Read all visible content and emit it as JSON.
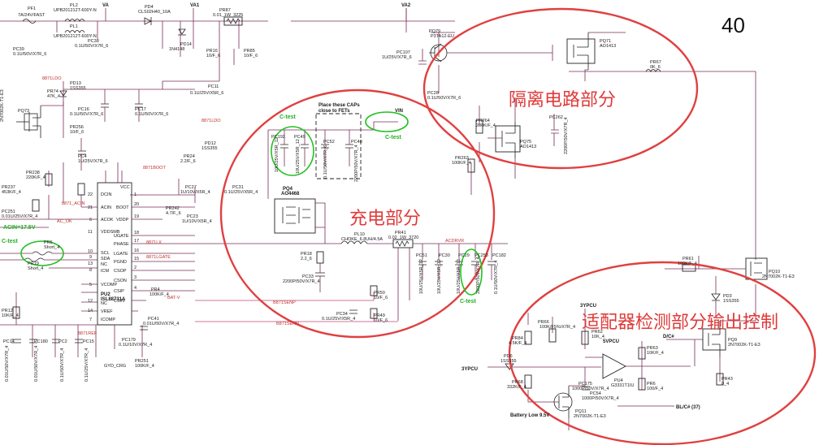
{
  "page_number": "40",
  "regions": {
    "isolation": "隔离电路部分",
    "charging": "充电部分",
    "adapter_detect": "适配器检测部分输出控制"
  },
  "test_labels": {
    "left": "C-test",
    "top_right": "C-test",
    "top_mid": "C-test",
    "bottom": "C-test"
  },
  "nets": {
    "va": "VA",
    "va1": "VA1",
    "va2": "VA2",
    "vin": "VIN",
    "ypcu": "3YPCU",
    "ypcu_b": "3YPCU",
    "vpcu": "5VPCU",
    "acin_label": "ACIN=17.5V",
    "ac_ok": "AC_OK",
    "acin": "8871_ACIN",
    "bat": "BAT-V",
    "battery_low": "Battery Low 9.5V",
    "blc": "BL/C# (37)",
    "dc": "D/C#",
    "gyd": "GYD_CRG",
    "ldo": "8871LDO",
    "ldo2": "8871LDO",
    "boot": "8871BOOT",
    "lgate": "8871LGATE",
    "ref": "8871REF",
    "lx": "8871LX",
    "dvi": "ACDRVR",
    "bat_sense": "B871SENP",
    "bat_senn": "B871SENN"
  },
  "notes": {
    "place_caps": "Place these CAPs",
    "close_fets": "close to FETs"
  },
  "components": {
    "pf1": "PF1",
    "pf1_v": "7A/24V/FAST",
    "pl2": "PL2",
    "pl2_v": "UPB201212T-600Y-N",
    "pl1": "PL1",
    "pl1_v": "UPB201212T-600Y-N",
    "pc38": "PC38",
    "pc38_v": "0.1U/50V/X7R_6",
    "pc39": "PC39",
    "pc39_v": "0.1U/50V/X7R_6",
    "pd4": "PD4",
    "pd4_v": "CLS02H40_10A",
    "pd14": "PD14",
    "pd14_v": "1N4148",
    "pr87": "PR87",
    "pr87_v": "0.01_1W_3225",
    "pr16": "PR16",
    "pr16_v": "10/F_6",
    "pr85": "PR85",
    "pr85_v": "10/F_6",
    "pc11": "PC11",
    "pc11_v": "0.1U/25V/X5R_6",
    "pq73": "PQ73",
    "pq73_v": "2N7002K-T1-E3",
    "pr74": "PR74",
    "pr74_v": "47K_4",
    "pd13": "PD13",
    "pd13_v": "1SS355",
    "pc16": "PC16",
    "pc16_v": "0.1U/50V/X7R_6",
    "pc17": "PC17",
    "pc17_v": "0.1U/50V/X7R_6",
    "pr256": "PR256",
    "pr256_v": "10/F_6",
    "pd12": "PD12",
    "pd12_v": "1SS355",
    "pc4": "PC4",
    "pc4_v": "1U/25V/X7R_6",
    "pr24": "PR24",
    "pr24_v": "2.2/F_6",
    "pc27": "PC27",
    "pc27_v": "1U/10V/X5R_4",
    "pc31": "PC31",
    "pc31_v": "0.1U/25V/X5R_4",
    "pr238": "PR238",
    "pr238_v": "220K/F_4",
    "pr237": "PR237",
    "pr237_v": "453K/F_4",
    "pc251": "PC251",
    "pc251_v": "0.01U/25V/X7R_4",
    "pr242": "PR242",
    "pr242_v": "4.7/F_6",
    "pc23": "PC23",
    "pc23_v": "1U/10V/X5R_4",
    "pr5": "PR5",
    "pr5_v": "Short_4",
    "pr19": "PR19",
    "pr19_v": "Short_4",
    "pu2": "PU2",
    "pu2_v": "ISL88731A",
    "pr12": "PR12",
    "pr12_v": "10K/F_4",
    "pc14": "PC14",
    "pc14_v": "0.01U/50V/X7R_4",
    "pc180": "PC180",
    "pc180_v": "0.01U/50V/X7R_4",
    "pc2": "PC2",
    "pc2_v": "0.1U/50V/X7R_4",
    "pc15": "PC15",
    "pc15_v": "0.1U/25V/X7R_4",
    "pr4": "PR4",
    "pr4_v": "100K/F_4",
    "pc41": "PC41",
    "pc41_v": "0.01U/50V/X7R_4",
    "pc179": "PC179",
    "pc179_v": "0.1U/10V/X7R_4",
    "pr251": "PR251",
    "pr251_v": "100K/F_4",
    "pc192": "PC192",
    "pc192_v": "10U/25V/X5R_12",
    "pc49": "PC49",
    "pc49_v": "10U/25V/X5R_12",
    "pc52": "PC52",
    "pc52_v": "0.1U/50V/X7R_6",
    "pc40": "PC40",
    "pc40_v": "2200P/50V/X7R_4",
    "pq4": "PQ4",
    "pq4_v": "AO4468",
    "pl10": "PL10",
    "pl10_v": "CHOKE_6.8UH/4.5A",
    "pr41": "PR41",
    "pr41_v": "0.02_1W_3720",
    "pr18": "PR18",
    "pr18_v": "2.2_6",
    "pc33": "PC33",
    "pc33_v": "2200P/50V/X7R_4",
    "pr50": "PR50",
    "pr50_v": "10/F_6",
    "pr49": "PR49",
    "pr49_v": "10/F_6",
    "pc34": "PC34",
    "pc34_v": "0.1U/25V/X5R_4",
    "pc51": "PC51",
    "pc51_v": "10U/25V/X5R_12",
    "pc30": "PC30",
    "pc30_v": "10U/25V/X5R_12",
    "pc29": "PC29",
    "pc29_v": "10U/25V/X5R_12",
    "pc253": "PC253",
    "pc253_v": "2200P/50V/X7R_4",
    "pc182": "PC182",
    "pc182_v": "0.1U/50V/X7R_4",
    "pq79": "PQ79",
    "pq79_v": "P3TA12-EU",
    "pc107": "PC107",
    "pc107_v": "1U/25V/X7R_6",
    "pc28": "PC28",
    "pc28_v": "0.1U/50V/X7R_6",
    "pq71": "PQ71",
    "pq71_v": "AO1413",
    "pr67": "PR67",
    "pr67_v": "0K_6",
    "pr264": "PR264",
    "pr264_v": "200K/F_4",
    "pq75": "PQ75",
    "pq75_v": "AO1413",
    "pr263": "PR263",
    "pr263_v": "100K/F_4",
    "pc262": "PC262",
    "pc262_v": "2200P/50V/X7R_4",
    "pr61": "PR61",
    "pr61_v": "100K/F_4",
    "pq10": "PQ10",
    "pq10_v": "2N7002K-T1-E3",
    "pd3": "PD3",
    "pd3_v": "1SS355",
    "pr66": "PR66",
    "pr66_v": "100K/F5%/X7R_4",
    "pr84": "PR84",
    "pr84_v": "4.5K/F_4",
    "pr62": "PR62",
    "pr62_v": "10K_4",
    "pc175": "PC175",
    "pc175_v": "1000P/50V/X7R_4",
    "pu4": "PU4",
    "pu4_v": "G3331T1IU",
    "pr63": "PR63",
    "pr63_v": "10K/F_4",
    "pr6": "PR6",
    "pr6_v": "100/F_4",
    "pq9": "PQ9",
    "pq9_v": "2N7002K-T1-E3",
    "pr43": "PR43",
    "pr43_v": "0_4",
    "pc54": "PC54",
    "pc54_v": "1000P/50V/X7R_4",
    "pr68": "PR68",
    "pr68_v": "332K/F_4",
    "pq11": "PQ11",
    "pq11_v": "2N7002K-T1-E3",
    "pd6": "PD6",
    "pd6_v": "1SS355"
  },
  "pins": {
    "dcin": "DCIN",
    "acin": "ACIN",
    "acok": "ACOK",
    "vddsmb": "VDDSMB",
    "scl": "SCL",
    "sda": "SDA",
    "nc1": "NC",
    "icm": "ICM",
    "vcomp": "VCOMP",
    "nc2": "NC",
    "vref": "VREF",
    "icomp": "ICOMP",
    "boot": "BOOT",
    "vddp": "VDDP",
    "ugate": "UGATE",
    "phase": "PHASE",
    "lgate": "LGATE",
    "pgnd": "PGND",
    "csop": "CSOP",
    "cson": "CSON",
    "csip": "CSIP",
    "csin": "CSIN",
    "vcc": "VCC",
    "p22": "22",
    "p21": "21",
    "p6": "6",
    "p11": "11",
    "p10": "10",
    "p9": "9",
    "p13": "13",
    "p8": "8",
    "p5": "5",
    "p12": "12",
    "p14": "14",
    "p7": "7",
    "p1": "1",
    "p20": "20",
    "p19": "19",
    "p18": "18",
    "p17": "17",
    "p16": "16",
    "p15": "15",
    "p2": "2",
    "p3": "3",
    "p4": "4"
  }
}
